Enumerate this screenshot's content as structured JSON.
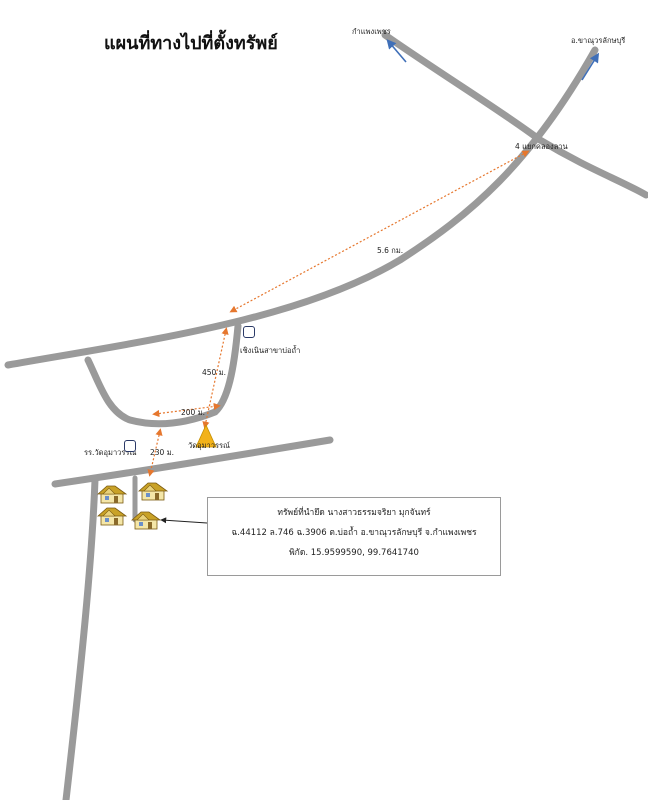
{
  "title": "แผนที่ทางไปที่ตั้งทรัพย์",
  "directions": {
    "kamphaeng_phet": "กำแพงเพชร",
    "khanu_woralaksaburi": "อ.ขาณุวรลักษบุรี"
  },
  "places": {
    "intersection": "4 แยกคลองลาน",
    "health_center": "เชิงเนินสาขาบ่อถ้ำ",
    "temple": "วัดอุมาวรรณ์",
    "school": "รร.วัดอุมาวรรณ์"
  },
  "distances": {
    "d1": "5.6 กม.",
    "d2": "450 ม.",
    "d3": "200 ม.",
    "d4": "230 ม."
  },
  "info_box": {
    "line1": "ทรัพย์ที่นำยึด นางสาวธรรมจริยา มุกจันทร์",
    "line2": "ฉ.44112 ล.746 ฉ.3906 ต.บ่อถ้ำ อ.ขาณุวรลักษบุรี จ.กำแพงเพชร",
    "line3": "พิกัด. 15.9599590, 99.7641740"
  },
  "colors": {
    "road": "#9a9a9a",
    "route": "#e6772e",
    "direction_arrow": "#3f6fb8",
    "temple_marker": "#f2b21a",
    "marker_outline": "#2b3a67",
    "house_roof": "#c9a227",
    "house_wall": "#f4e6a8"
  },
  "icons": [
    "north-arrow-icon",
    "temple-triangle-icon",
    "landmark-square-icon",
    "house-icon"
  ]
}
